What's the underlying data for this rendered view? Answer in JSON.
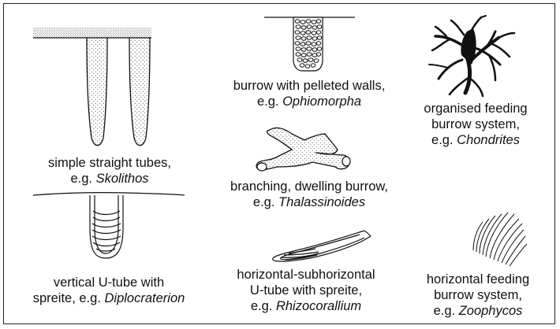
{
  "figure": {
    "items": [
      {
        "id": "skolithos",
        "line1": "simple straight tubes,",
        "prefix": "e.g. ",
        "genus": "Skolithos"
      },
      {
        "id": "ophiomorpha",
        "line1": "burrow with pelleted walls,",
        "prefix": "e.g. ",
        "genus": "Ophiomorpha"
      },
      {
        "id": "chondrites",
        "line1": "organised feeding",
        "line2": "burrow system,",
        "prefix": "e.g. ",
        "genus": "Chondrites"
      },
      {
        "id": "thalassinoides",
        "line1": "branching, dwelling burrow,",
        "prefix": "e.g. ",
        "genus": "Thalassinoides"
      },
      {
        "id": "diplocraterion",
        "line1": "vertical U-tube with",
        "prefix": "spreite, e.g. ",
        "genus": "Diplocraterion"
      },
      {
        "id": "rhizocorallium",
        "line1": "horizontal-subhorizontal",
        "line2": "U-tube with spreite,",
        "prefix": "e.g. ",
        "genus": "Rhizocorallium"
      },
      {
        "id": "zoophycos",
        "line1": "horizontal feeding",
        "line2": "burrow system,",
        "prefix": "e.g. ",
        "genus": "Zoophycos"
      }
    ]
  }
}
